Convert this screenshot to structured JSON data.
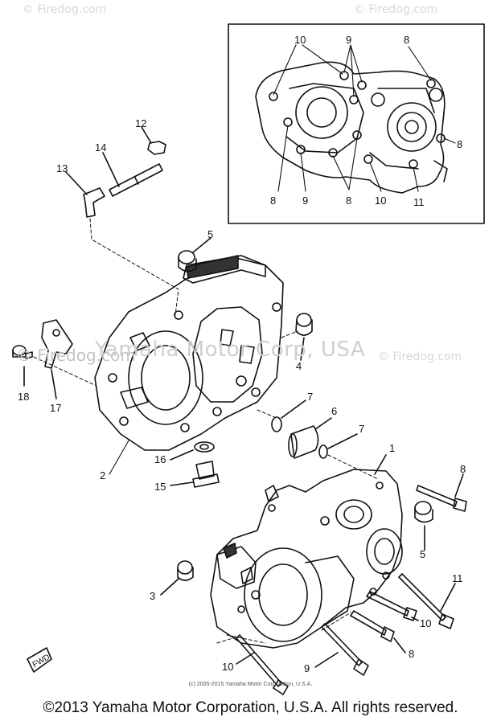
{
  "watermarks": {
    "top_left": "© Firedog.com",
    "top_right": "© Firedog.com",
    "middle": "© Firedog.com",
    "middle_right": "© Firedog.com",
    "yamaha": "Yamaha Motor Corp, USA"
  },
  "inset_callouts": [
    "10",
    "9",
    "8",
    "8",
    "8",
    "9",
    "8",
    "10",
    "11"
  ],
  "callouts": [
    "12",
    "14",
    "13",
    "5",
    "4",
    "18",
    "17",
    "2",
    "7",
    "6",
    "7",
    "16",
    "15",
    "1",
    "8",
    "5",
    "3",
    "11",
    "10",
    "8",
    "9",
    "10"
  ],
  "fwd_label": "FWD",
  "copyright_small": "(c) 2005-2015 Yamaha Motor Corporation, U.S.A.",
  "copyright_main": "©2013 Yamaha Motor Corporation, U.S.A. All rights reserved."
}
